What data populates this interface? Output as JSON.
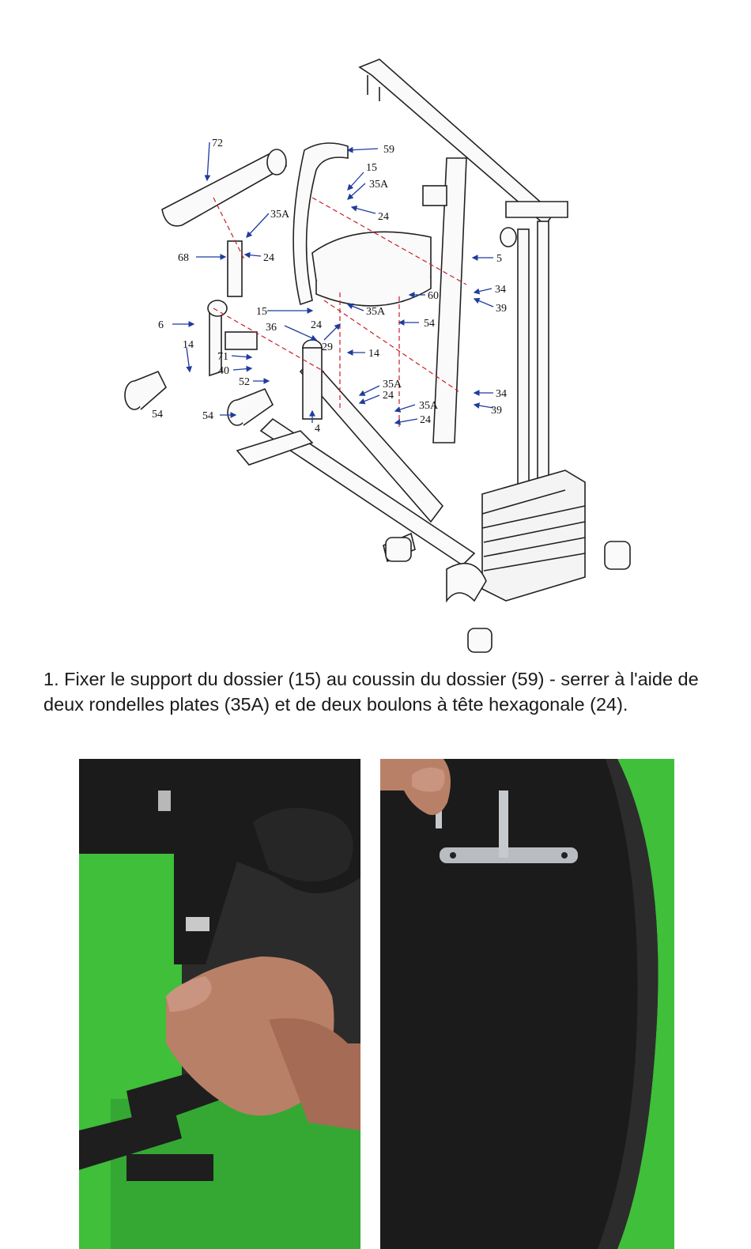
{
  "diagram": {
    "labels": {
      "p72": "72",
      "p59": "59",
      "p15a": "15",
      "p35a_a": "35A",
      "p24_a": "24",
      "p35a_b": "35A",
      "p68": "68",
      "p24_b": "24",
      "p5": "5",
      "p34_a": "34",
      "p39_a": "39",
      "p60": "60",
      "p15b": "15",
      "p35a_c": "35A",
      "p24_c": "24",
      "p54_a": "54",
      "p6": "6",
      "p36": "36",
      "p14_a": "14",
      "p29": "29",
      "p14_b": "14",
      "p71": "71",
      "p40": "40",
      "p52": "52",
      "p35a_d": "35A",
      "p24_d": "24",
      "p34_b": "34",
      "p39_b": "39",
      "p35a_e": "35A",
      "p24_e": "24",
      "p54_b": "54",
      "p54_c": "54",
      "p4": "4"
    }
  },
  "instruction": {
    "text": "1. Fixer le support du dossier (15) au coussin du dossier (59) - serrer à l'aide de deux rondelles plates (35A) et de deux boulons à tête hexagonale (24)."
  },
  "colors": {
    "leader_blue": "#1f3c9e",
    "bolt_red": "#c8202a",
    "green_backdrop": "#3fbf3a",
    "pad_black": "#1b1b1b",
    "skin": "#b98068"
  }
}
